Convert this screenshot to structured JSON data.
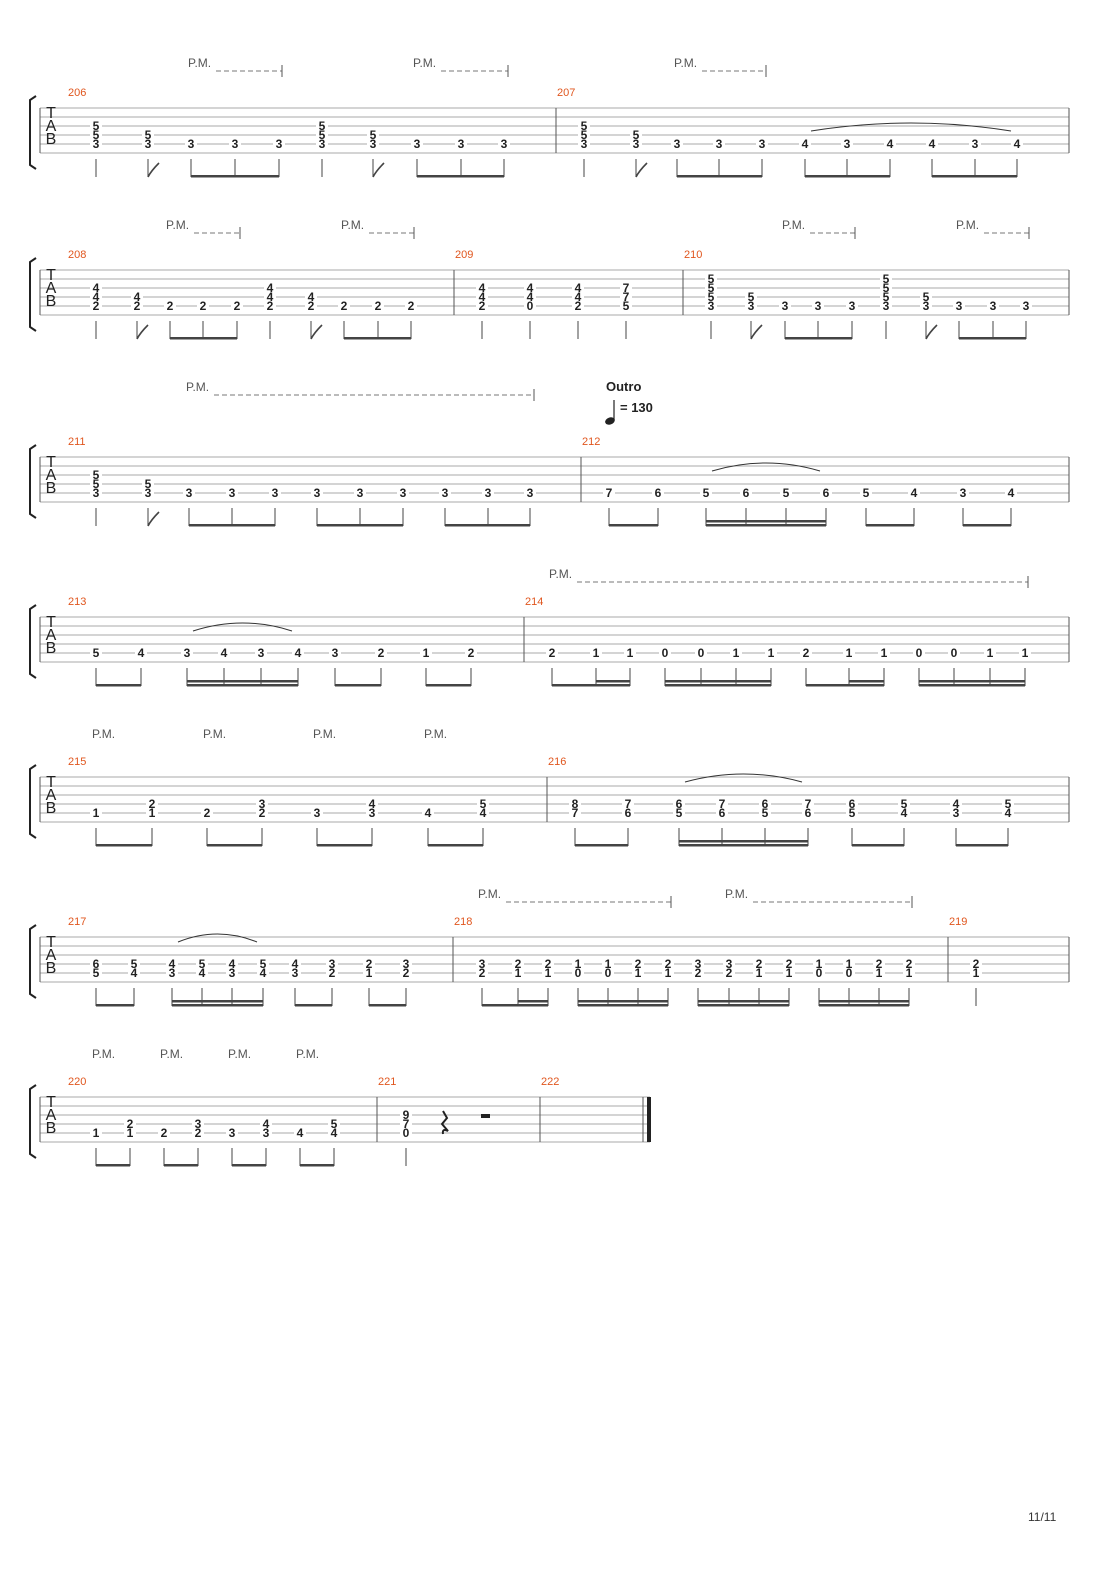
{
  "tab_label": [
    "T",
    "A",
    "B"
  ],
  "palm_mute_label": "P.M.",
  "page_number": "11/11",
  "outro": {
    "title": "Outro",
    "tempo": "= 130"
  },
  "systems": [
    {
      "measures": [
        {
          "number": "206",
          "events": [
            [
              "5",
              "5",
              "3"
            ],
            [
              "5",
              "3"
            ],
            [
              "3"
            ],
            [
              "3"
            ],
            [
              "3"
            ],
            [
              "5",
              "5",
              "3"
            ],
            [
              "5",
              "3"
            ],
            [
              "3"
            ],
            [
              "3"
            ],
            [
              "3"
            ]
          ]
        },
        {
          "number": "207",
          "events": [
            [
              "5",
              "5",
              "3"
            ],
            [
              "5",
              "3"
            ],
            [
              "3"
            ],
            [
              "3"
            ],
            [
              "3"
            ],
            [
              "4"
            ],
            [
              "3"
            ],
            [
              "4"
            ],
            [
              "4"
            ],
            [
              "3"
            ],
            [
              "4"
            ]
          ]
        }
      ]
    },
    {
      "measures": [
        {
          "number": "208",
          "events": [
            [
              "4",
              "4",
              "2"
            ],
            [
              "4",
              "2"
            ],
            [
              "2"
            ],
            [
              "2"
            ],
            [
              "2"
            ],
            [
              "4",
              "4",
              "2"
            ],
            [
              "4",
              "2"
            ],
            [
              "2"
            ],
            [
              "2"
            ],
            [
              "2"
            ]
          ]
        },
        {
          "number": "209",
          "events": [
            [
              "4",
              "4",
              "2"
            ],
            [
              "4",
              "4",
              "0"
            ],
            [
              "4",
              "4",
              "2"
            ],
            [
              "7",
              "7",
              "5"
            ]
          ]
        },
        {
          "number": "210",
          "events": [
            [
              "5",
              "5",
              "5",
              "3"
            ],
            [
              "5",
              "3"
            ],
            [
              "3"
            ],
            [
              "3"
            ],
            [
              "3"
            ],
            [
              "5",
              "5",
              "5",
              "3"
            ],
            [
              "5",
              "3"
            ],
            [
              "3"
            ],
            [
              "3"
            ],
            [
              "3"
            ]
          ]
        }
      ]
    },
    {
      "measures": [
        {
          "number": "211",
          "events": [
            [
              "5",
              "5",
              "3"
            ],
            [
              "5",
              "3"
            ],
            [
              "3"
            ],
            [
              "3"
            ],
            [
              "3"
            ],
            [
              "3"
            ],
            [
              "3"
            ],
            [
              "3"
            ],
            [
              "3"
            ],
            [
              "3"
            ],
            [
              "3"
            ]
          ]
        },
        {
          "number": "212",
          "events": [
            [
              "7"
            ],
            [
              "6"
            ],
            [
              "5"
            ],
            [
              "6"
            ],
            [
              "5"
            ],
            [
              "6"
            ],
            [
              "5"
            ],
            [
              "4"
            ],
            [
              "3"
            ],
            [
              "4"
            ]
          ]
        }
      ]
    },
    {
      "measures": [
        {
          "number": "213",
          "events": [
            [
              "5"
            ],
            [
              "4"
            ],
            [
              "3"
            ],
            [
              "4"
            ],
            [
              "3"
            ],
            [
              "4"
            ],
            [
              "3"
            ],
            [
              "2"
            ],
            [
              "1"
            ],
            [
              "2"
            ]
          ]
        },
        {
          "number": "214",
          "events": [
            [
              "2"
            ],
            [
              "1"
            ],
            [
              "1"
            ],
            [
              "0"
            ],
            [
              "0"
            ],
            [
              "1"
            ],
            [
              "1"
            ],
            [
              "2"
            ],
            [
              "1"
            ],
            [
              "1"
            ],
            [
              "0"
            ],
            [
              "0"
            ],
            [
              "1"
            ],
            [
              "1"
            ]
          ]
        }
      ]
    },
    {
      "measures": [
        {
          "number": "215",
          "events": [
            [
              "1"
            ],
            [
              "2",
              "1"
            ],
            [
              "2"
            ],
            [
              "3",
              "2"
            ],
            [
              "3"
            ],
            [
              "4",
              "3"
            ],
            [
              "4"
            ],
            [
              "5",
              "4"
            ]
          ]
        },
        {
          "number": "216",
          "events": [
            [
              "8",
              "7"
            ],
            [
              "7",
              "6"
            ],
            [
              "6",
              "5"
            ],
            [
              "7",
              "6"
            ],
            [
              "6",
              "5"
            ],
            [
              "7",
              "6"
            ],
            [
              "6",
              "5"
            ],
            [
              "5",
              "4"
            ],
            [
              "4",
              "3"
            ],
            [
              "5",
              "4"
            ]
          ]
        }
      ]
    },
    {
      "measures": [
        {
          "number": "217",
          "events": [
            [
              "6",
              "5"
            ],
            [
              "5",
              "4"
            ],
            [
              "4",
              "3"
            ],
            [
              "5",
              "4"
            ],
            [
              "4",
              "3"
            ],
            [
              "5",
              "4"
            ],
            [
              "4",
              "3"
            ],
            [
              "3",
              "2"
            ],
            [
              "2",
              "1"
            ],
            [
              "3",
              "2"
            ]
          ]
        },
        {
          "number": "218",
          "events": [
            [
              "3",
              "2"
            ],
            [
              "2",
              "1"
            ],
            [
              "2",
              "1"
            ],
            [
              "1",
              "0"
            ],
            [
              "1",
              "0"
            ],
            [
              "2",
              "1"
            ],
            [
              "2",
              "1"
            ],
            [
              "3",
              "2"
            ],
            [
              "3",
              "2"
            ],
            [
              "2",
              "1"
            ],
            [
              "2",
              "1"
            ],
            [
              "1",
              "0"
            ],
            [
              "1",
              "0"
            ],
            [
              "2",
              "1"
            ],
            [
              "2",
              "1"
            ]
          ]
        },
        {
          "number": "219",
          "events": [
            [
              "2",
              "1"
            ]
          ]
        }
      ]
    },
    {
      "measures": [
        {
          "number": "220",
          "events": [
            [
              "1"
            ],
            [
              "2",
              "1"
            ],
            [
              "2"
            ],
            [
              "3",
              "2"
            ],
            [
              "3"
            ],
            [
              "4",
              "3"
            ],
            [
              "4"
            ],
            [
              "5",
              "4"
            ]
          ]
        },
        {
          "number": "221",
          "events": [
            [
              "9",
              "7",
              "0"
            ]
          ]
        },
        {
          "number": "222",
          "events": []
        }
      ]
    }
  ]
}
